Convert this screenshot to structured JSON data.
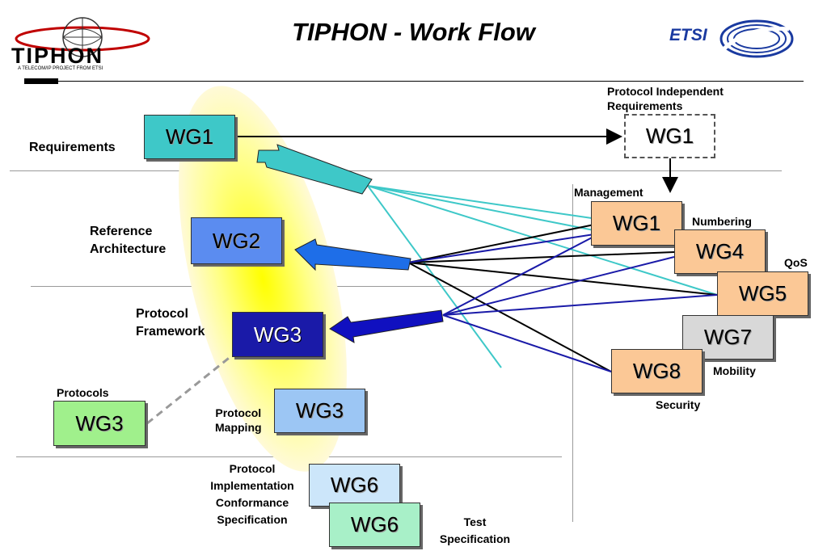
{
  "header": {
    "title": "TIPHON - Work Flow",
    "logo_text": "TIPHON",
    "logo_tagline": "A TELECOM/IP PROJECT FROM ETSI",
    "etsi_text": "ETSI"
  },
  "left_labels": {
    "requirements": "Requirements",
    "reference_architecture": [
      "Reference",
      "Architecture"
    ],
    "protocol_framework": [
      "Protocol",
      "Framework"
    ],
    "protocols": "Protocols",
    "protocol_mapping": [
      "Protocol",
      "Mapping"
    ],
    "protocol_implementation": [
      "Protocol",
      "Implementation",
      "Conformance",
      "Specification"
    ],
    "test_specification": [
      "Test",
      "Specification"
    ]
  },
  "right_labels": {
    "protocol_independent": [
      "Protocol Independent",
      "Requirements"
    ],
    "management": "Management",
    "numbering": "Numbering",
    "qos": "QoS",
    "mobility": "Mobility",
    "security": "Security"
  },
  "boxes": {
    "wg1_req": "WG1",
    "wg2_ref": "WG2",
    "wg3_framework": "WG3",
    "wg3_protocols": "WG3",
    "wg3_mapping": "WG3",
    "wg6_impl": "WG6",
    "wg6_test": "WG6",
    "wg1_indep": "WG1",
    "wg1_mgmt": "WG1",
    "wg4_num": "WG4",
    "wg5_qos": "WG5",
    "wg7_mob": "WG7",
    "wg8_sec": "WG8"
  },
  "colors": {
    "teal": "#3ec8c8",
    "blue": "#5b8cf0",
    "dark_blue": "#1a1aa8",
    "light_green": "#a0f08c",
    "light_blue": "#9cc6f4",
    "pale_blue": "#cce6fa",
    "mint": "#a8f0c8",
    "peach": "#fbc896",
    "grey": "#d8d8d8",
    "yellow": "#ffff00"
  }
}
